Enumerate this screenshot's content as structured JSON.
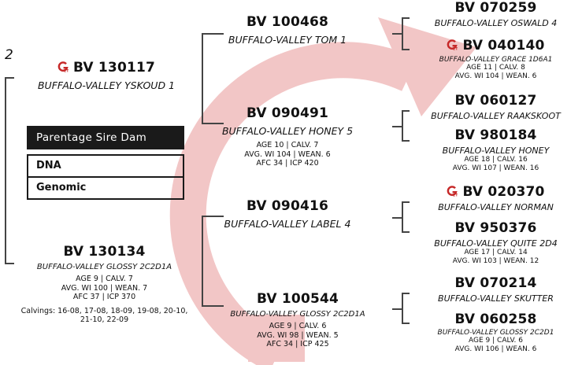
{
  "page_number": "2",
  "colors": {
    "arrow": "#f2c6c6",
    "icon_red": "#c62828"
  },
  "icons": {
    "genomic": "genomic-g-icon"
  },
  "subject": {
    "id": "BV 130117",
    "name": "BUFFALO-VALLEY YSKOUD 1"
  },
  "legend": {
    "header": "Parentage  Sire  Dam",
    "rows": [
      "DNA",
      "Genomic"
    ]
  },
  "sire": {
    "id": "BV 100468",
    "name": "BUFFALO-VALLEY TOM 1"
  },
  "center": {
    "id": "BV 090491",
    "name": "BUFFALO-VALLEY HONEY 5",
    "line1": "AGE 10 | CALV. 7",
    "line2": "AVG. WI 104 | WEAN. 6",
    "line3": "AFC 34 | ICP 420"
  },
  "label4": {
    "id": "BV 090416",
    "name": "BUFFALO-VALLEY LABEL 4"
  },
  "dam": {
    "id": "BV 130134",
    "name": "BUFFALO-VALLEY GLOSSY 2C2D1A",
    "line1": "AGE 9 | CALV. 7",
    "line2": "AVG. WI 100 | WEAN. 7",
    "line3": "AFC 37 | ICP 370",
    "calvings1": "Calvings: 16-08, 17-08, 18-09, 19-08, 20-10,",
    "calvings2": "21-10, 22-09"
  },
  "dam_dam": {
    "id": "BV 100544",
    "name": "BUFFALO-VALLEY GLOSSY 2C2D1A",
    "line1": "AGE 9 | CALV. 6",
    "line2": "AVG. WI 98 | WEAN. 5",
    "line3": "AFC 34 | ICP 425"
  },
  "right": [
    {
      "id": "BV 070259",
      "name": "BUFFALO-VALLEY OSWALD 4"
    },
    {
      "id": "BV 040140",
      "name": "BUFFALO-VALLEY GRACE 1D6A1",
      "line1": "AGE 11 | CALV. 8",
      "line2": "AVG. WI 104 | WEAN. 6"
    },
    {
      "id": "BV 060127",
      "name": "BUFFALO-VALLEY RAAKSKOOT"
    },
    {
      "id": "BV 980184",
      "name": "BUFFALO-VALLEY HONEY",
      "line1": "AGE 18 | CALV. 16",
      "line2": "AVG. WI 107 | WEAN. 16"
    },
    {
      "id": "BV 020370",
      "name": "BUFFALO-VALLEY NORMAN"
    },
    {
      "id": "BV 950376",
      "name": "BUFFALO-VALLEY QUITE 2D4",
      "line1": "AGE 17 | CALV. 14",
      "line2": "AVG. WI 103 | WEAN. 12"
    },
    {
      "id": "BV 070214",
      "name": "BUFFALO-VALLEY SKUTTER"
    },
    {
      "id": "BV 060258",
      "name": "BUFFALO-VALLEY GLOSSY 2C2D1",
      "line1": "AGE 9 | CALV. 6",
      "line2": "AVG. WI 106 | WEAN. 6"
    }
  ]
}
